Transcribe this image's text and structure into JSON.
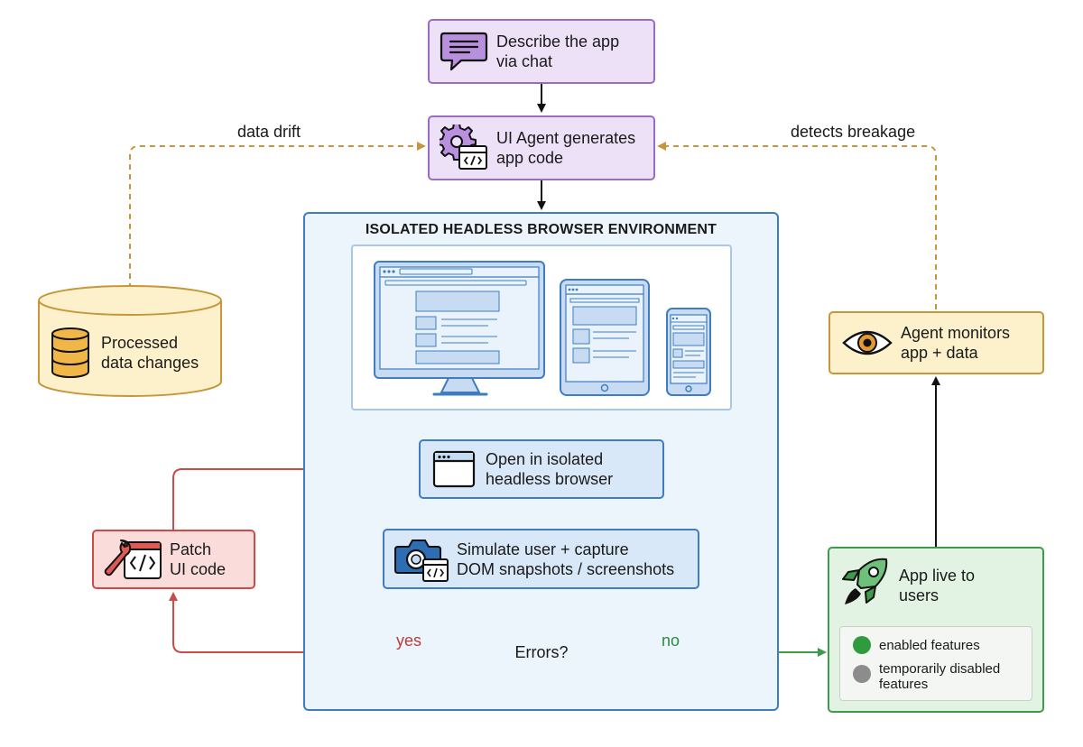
{
  "nodes": {
    "describe": "Describe the app\nvia chat",
    "ui_agent": "UI Agent generates\napp code",
    "processed": "Processed\ndata changes",
    "monitor": "Agent monitors\napp + data",
    "open": "Open in isolated\nheadless browser",
    "simulate": "Simulate user + capture\nDOM snapshots / screenshots",
    "errors": "Errors?",
    "patch": "Patch\nUI code",
    "live": "App live to\nusers"
  },
  "environment_title": "ISOLATED HEADLESS BROWSER ENVIRONMENT",
  "edges": {
    "data_drift": "data drift",
    "detects_breakage": "detects breakage",
    "yes": "yes",
    "no": "no"
  },
  "legend": {
    "enabled": "enabled features",
    "disabled": "temporarily disabled\nfeatures"
  },
  "colors": {
    "purple": "#9a6cc4",
    "blue": "#3f7cc0",
    "yellow": "#c7963a",
    "red": "#cc4a48",
    "green": "#3f9a4c",
    "enabled_dot": "#2f9a3e",
    "disabled_dot": "#8c8c8c"
  },
  "icons": [
    "chat-bubble-icon",
    "gear-code-icon",
    "database-icon",
    "eye-icon",
    "browser-window-icon",
    "camera-code-icon",
    "wrench-code-icon",
    "rocket-icon",
    "desktop-monitor-icon",
    "tablet-icon",
    "phone-icon"
  ]
}
